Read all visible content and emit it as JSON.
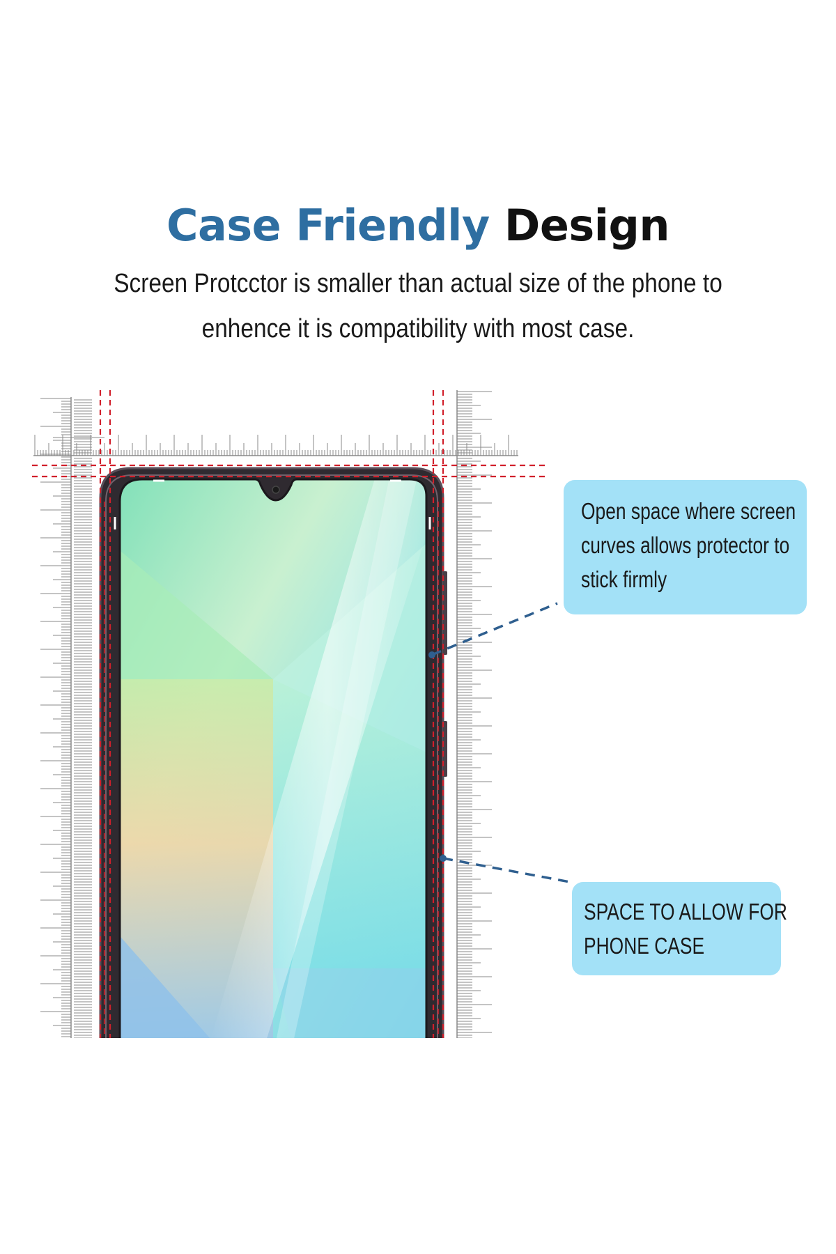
{
  "heading": {
    "title_accent": "Case Friendly",
    "title_rest": "Design",
    "subtitle_line1": "Screen Protcctor is smaller than actual size of the phone to",
    "subtitle_line2": "enhence it is compatibility with most case."
  },
  "callouts": {
    "curve": {
      "lines": [
        "Open space where screen",
        "curves allows protector to",
        "stick firmly"
      ]
    },
    "case": {
      "lines": [
        "SPACE TO ALLOW FOR",
        "PHONE CASE"
      ]
    }
  },
  "colors": {
    "title_accent": "#2e6ea1",
    "title_rest": "#111111",
    "callout_fill": "#a3e1f7",
    "guide_red": "#d11f2b",
    "leader_blue": "#2f5f8f",
    "ruler_gray": "#8a8a8a",
    "phone_frame": "#3a3038"
  },
  "illustration": {
    "device": "phone-with-teardrop-notch",
    "rulers": "measurement-rulers",
    "guides": "red-dashed-guides"
  }
}
